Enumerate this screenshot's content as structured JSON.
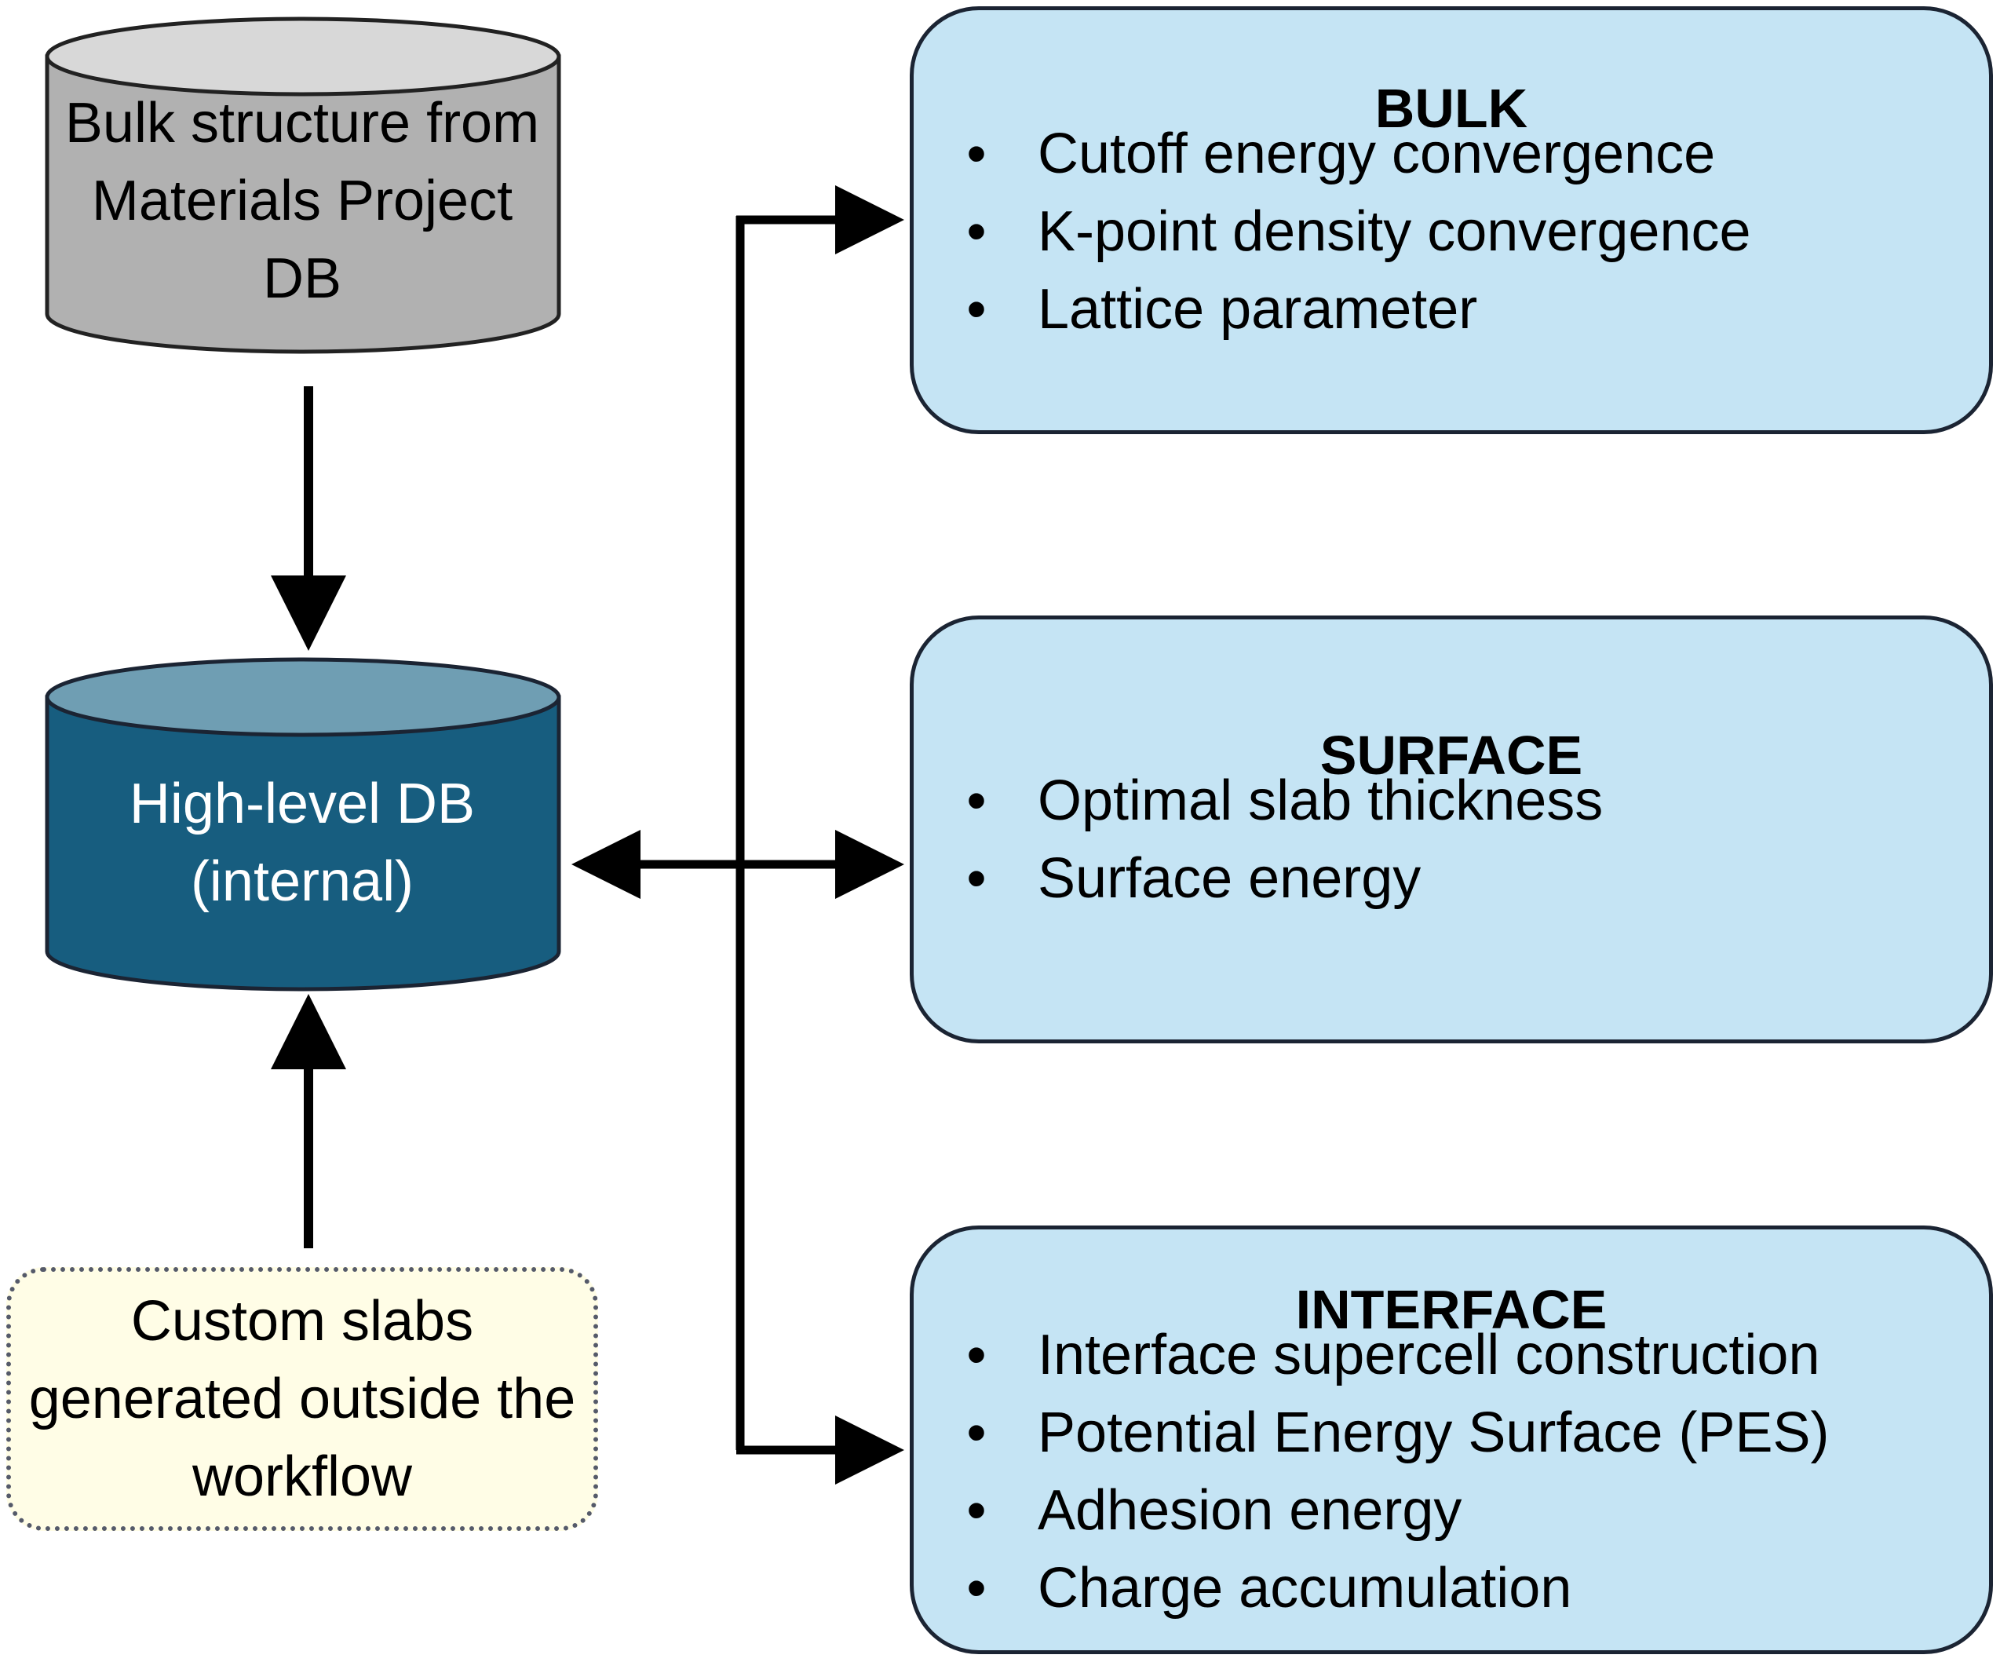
{
  "databases": {
    "bulk_source": {
      "label": "Bulk structure from Materials Project DB",
      "fill": "#b1b1b1",
      "top_fill": "#d8d8d8"
    },
    "internal": {
      "label": "High-level DB (internal)",
      "fill": "#175d7f",
      "top_fill": "#6f9eb3"
    }
  },
  "custom_slabs": {
    "label": "Custom slabs generated outside the workflow",
    "fill": "#fffde6"
  },
  "panels": {
    "bulk": {
      "title": "BULK",
      "items": [
        "Cutoff energy convergence",
        "K-point density convergence",
        "Lattice parameter"
      ]
    },
    "surface": {
      "title": "SURFACE",
      "items": [
        "Optimal slab thickness",
        "Surface energy"
      ]
    },
    "interface": {
      "title": "INTERFACE",
      "items": [
        "Interface supercell construction",
        "Potential Energy Surface (PES)",
        "Adhesion energy",
        "Charge accumulation"
      ]
    }
  },
  "bullet_symbol": "•",
  "colors": {
    "panel_fill": "#c5e4f4",
    "outline": "#1b2433",
    "arrow": "#000000"
  }
}
